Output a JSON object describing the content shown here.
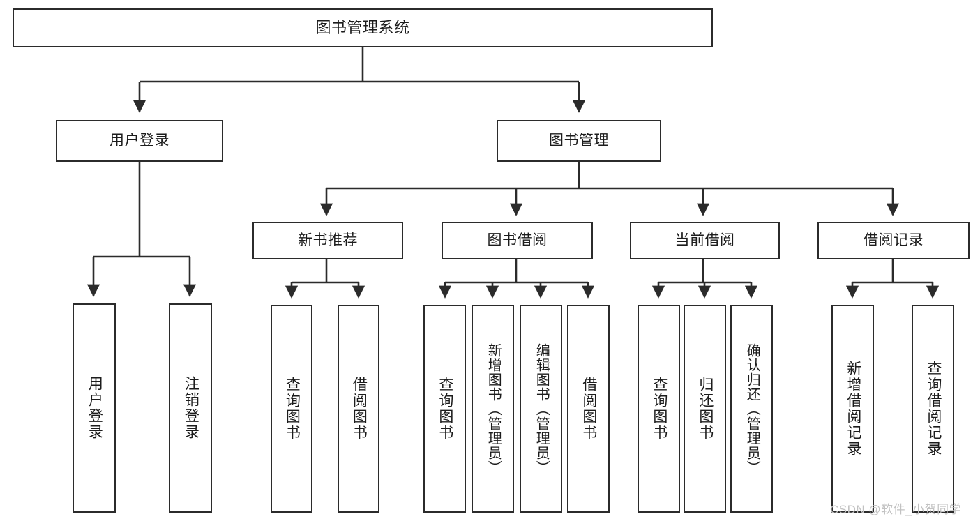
{
  "diagram": {
    "title": "图书管理系统",
    "watermark": "CSDN @软件_小贺同学",
    "colors": {
      "background": "#ffffff",
      "box_border": "#2b2b2b",
      "connector": "#2b2b2b",
      "text": "#1c1c1c",
      "watermark": "#c2c2c2"
    },
    "root": {
      "label": "图书管理系统"
    },
    "level2": [
      {
        "label": "用户登录"
      },
      {
        "label": "图书管理"
      }
    ],
    "level3": [
      {
        "label": "新书推荐"
      },
      {
        "label": "图书借阅"
      },
      {
        "label": "当前借阅"
      },
      {
        "label": "借阅记录"
      }
    ],
    "leaves": {
      "user_login": [
        {
          "label": "用户登录"
        },
        {
          "label": "注销登录"
        }
      ],
      "new_book_recommend": [
        {
          "label": "查询图书"
        },
        {
          "label": "借阅图书"
        }
      ],
      "book_borrow": [
        {
          "label": "查询图书"
        },
        {
          "label": "新增图书（管理员）"
        },
        {
          "label": "编辑图书（管理员）"
        },
        {
          "label": "借阅图书"
        }
      ],
      "current_borrow": [
        {
          "label": "查询图书"
        },
        {
          "label": "归还图书"
        },
        {
          "label": "确认归还（管理员）"
        }
      ],
      "borrow_records": [
        {
          "label": "新增借阅记录"
        },
        {
          "label": "查询借阅记录"
        }
      ]
    }
  }
}
